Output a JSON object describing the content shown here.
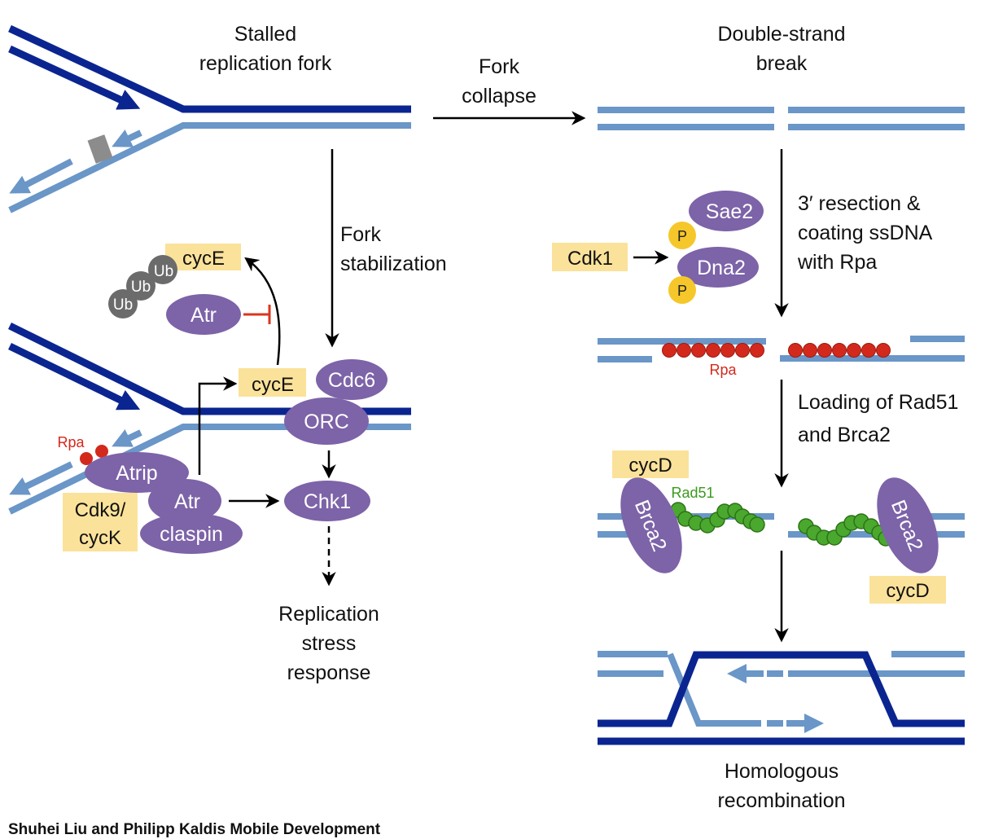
{
  "figure": {
    "headings": {
      "stalled_line1": "Stalled",
      "stalled_line2": "replication fork",
      "dsb_line1": "Double-strand",
      "dsb_line2": "break",
      "collapse_line1": "Fork",
      "collapse_line2": "collapse",
      "stabilization_line1": "Fork",
      "stabilization_line2": "stabilization",
      "resection_line1": "3′ resection &",
      "resection_line2": "coating ssDNA",
      "resection_line3": "with Rpa",
      "loading_line1": "Loading of Rad51",
      "loading_line2": "and Brca2",
      "rsr_line1": "Replication",
      "rsr_line2": "stress",
      "rsr_line3": "response",
      "hr_line1": "Homologous",
      "hr_line2": "recombination"
    },
    "proteins": {
      "atr_top": "Atr",
      "cdc6": "Cdc6",
      "orc": "ORC",
      "atrip": "Atrip",
      "atr": "Atr",
      "claspin": "claspin",
      "chk1": "Chk1",
      "sae2": "Sae2",
      "dna2": "Dna2",
      "brca2_left": "Brca2",
      "brca2_right": "Brca2"
    },
    "cyclin_boxes": {
      "cyce_top": "cycE",
      "cyce_mid": "cycE",
      "cdk9_line1": "Cdk9/",
      "cdk9_line2": "cycK",
      "cdk1": "Cdk1",
      "cycd_left": "cycD",
      "cycd_right": "cycD"
    },
    "small_labels": {
      "rpa_left": "Rpa",
      "rpa_right": "Rpa",
      "rad51": "Rad51",
      "ub": "Ub",
      "phospho": "P"
    },
    "colors": {
      "dark_strand": "#0b2590",
      "light_strand": "#6a96c8",
      "protein": "#7d63a8",
      "cyclin_box": "#fbe29a",
      "rpa": "#d3291c",
      "rad51": "#4aa82e",
      "ubiquitin": "#6b6b6b",
      "phosphate": "#f5c72a",
      "inhibition": "#d9361e"
    },
    "caption": "Shuhei Liu and Philipp Kaldis  Mobile Development"
  }
}
